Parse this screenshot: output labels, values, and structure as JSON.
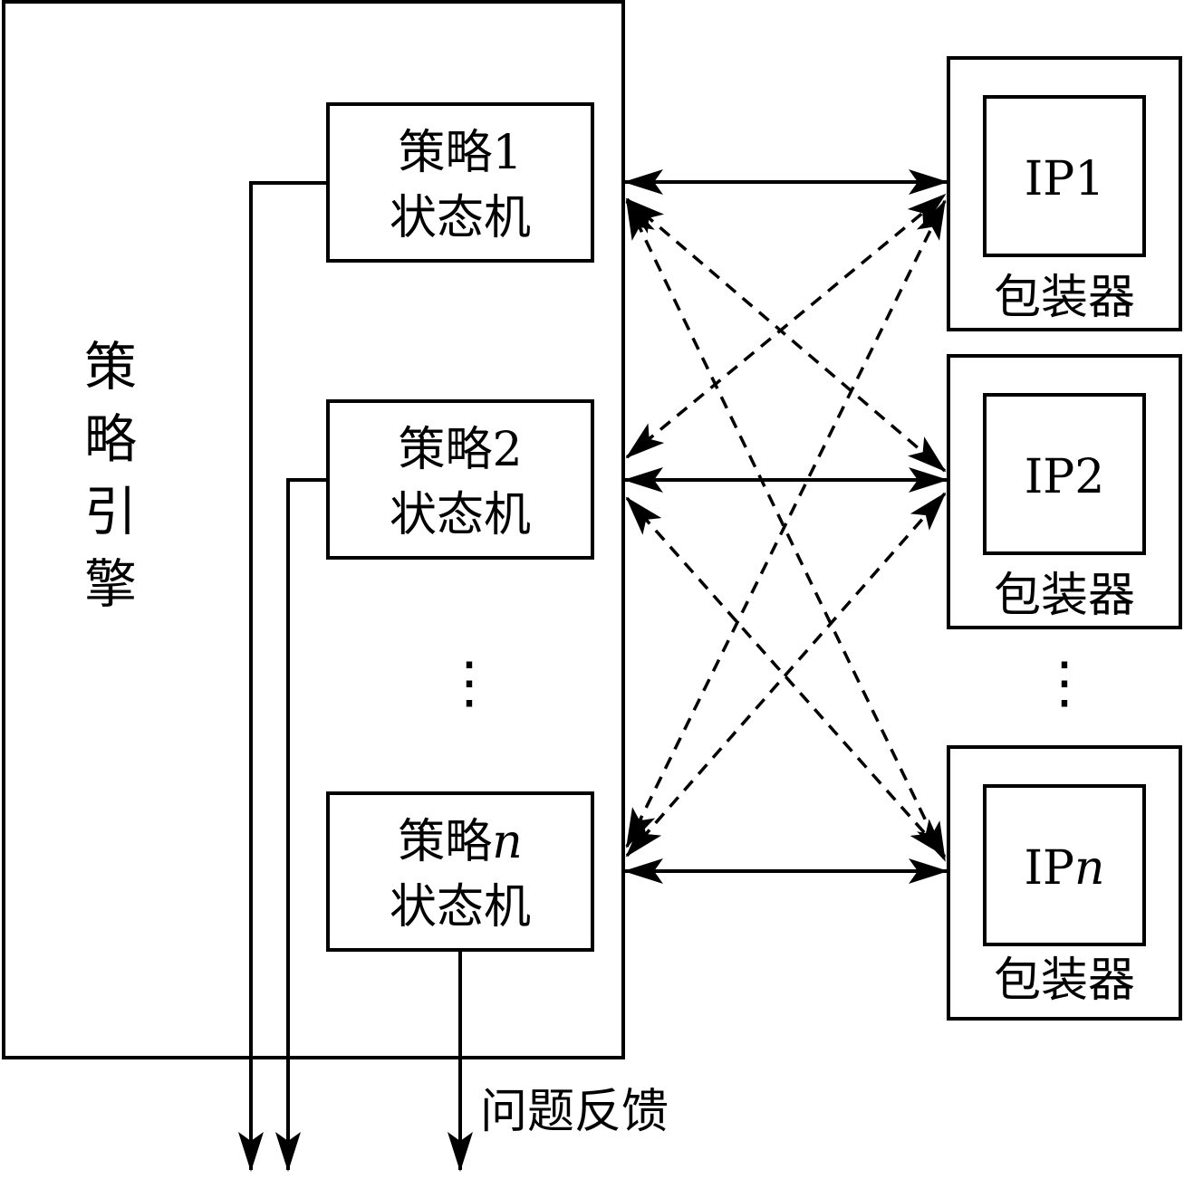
{
  "engine": {
    "label_chars": [
      "策",
      "略",
      "引",
      "擎"
    ]
  },
  "state_machines": [
    {
      "line1": "策略1",
      "line2": "状态机",
      "prefix": "策略",
      "suffix": "1",
      "suffix_italic": false
    },
    {
      "line1": "策略2",
      "line2": "状态机",
      "prefix": "策略",
      "suffix": "2",
      "suffix_italic": false
    },
    {
      "line1": "策略n",
      "line2": "状态机",
      "prefix": "策略",
      "suffix": "n",
      "suffix_italic": true
    }
  ],
  "wrappers": [
    {
      "ip_prefix": "IP",
      "ip_suffix": "1",
      "suffix_italic": false,
      "label": "包装器"
    },
    {
      "ip_prefix": "IP",
      "ip_suffix": "2",
      "suffix_italic": false,
      "label": "包装器"
    },
    {
      "ip_prefix": "IP",
      "ip_suffix": "n",
      "suffix_italic": true,
      "label": "包装器"
    }
  ],
  "ellipsis": "⋮",
  "feedback_label": "问题反馈"
}
